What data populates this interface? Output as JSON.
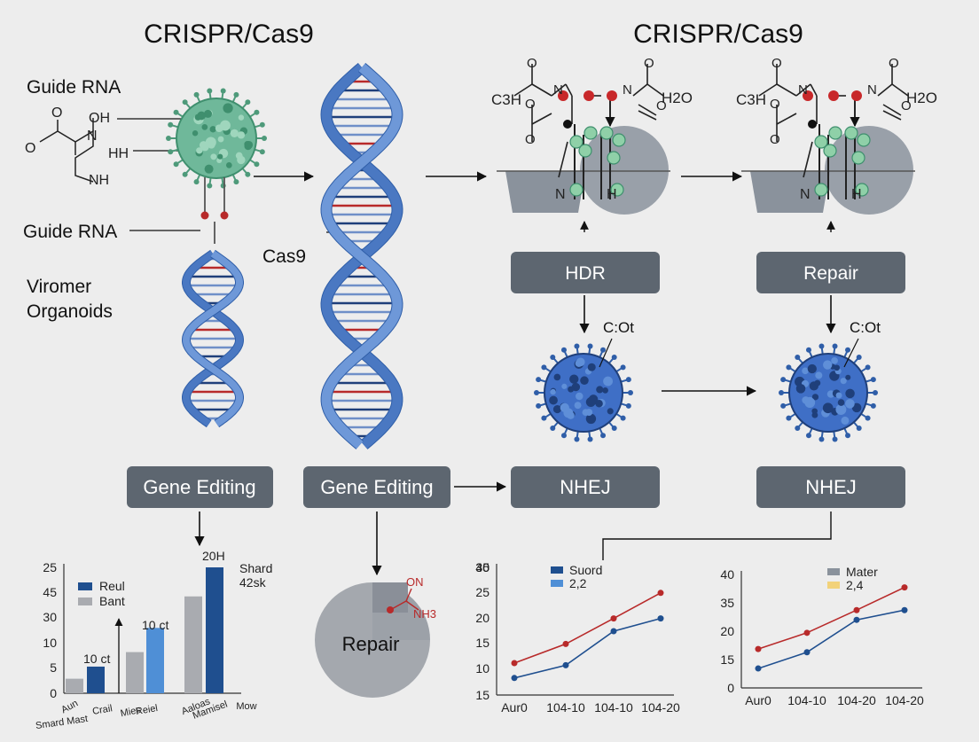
{
  "titles": {
    "left": "CRISPR/Cas9",
    "right": "CRISPR/Cas9"
  },
  "left_labels": {
    "guide_rna_top": "Guide RNA",
    "guide_rna_bottom": "Guide RNA",
    "viromer_line1": "Viromer",
    "viromer_line2": "Organoids",
    "cas9": "Cas9"
  },
  "molecule_left": {
    "oh": "OH",
    "o1": "O",
    "o2": "O",
    "n": "N",
    "hh": "HH",
    "nh": "NH"
  },
  "structure_labels": {
    "c3h": "C3H",
    "h2o": "H2O",
    "o": "O",
    "n": "N",
    "n_low": "N",
    "h_low": "H"
  },
  "boxes": {
    "gene_editing_1": "Gene Editing",
    "gene_editing_2": "Gene Editing",
    "hdr": "HDR",
    "repair": "Repair",
    "nhej_1": "NHEJ",
    "nhej_2": "NHEJ"
  },
  "virus_labels": {
    "left": "C:Ot",
    "right": "C:Ot"
  },
  "repair_circle": {
    "label": "Repair",
    "on": "ON",
    "nh3": "NH3"
  },
  "colors": {
    "box": "#5d6670",
    "dna_blue": "#4a78c2",
    "virus_green": "#6fb89a",
    "virus_blue": "#3f6fc6",
    "accent_red": "#b82a2a",
    "navy": "#1f4f8f"
  },
  "chart_data": [
    {
      "type": "bar",
      "categories": [
        "Aun",
        "Smard Mast",
        "Crail",
        "Mies",
        "Reiel",
        "Aaloas",
        "Mamisel",
        "Mow"
      ],
      "category_labels": [
        "Aun",
        "Smard Mast",
        "Crail",
        "Mies",
        "Reiel",
        "Aaloas",
        "Mamisel",
        "Mow"
      ],
      "series": [
        {
          "name": "Reul",
          "color": "#1f4f8f"
        },
        {
          "name": "Bant",
          "color": "#a9abb0"
        }
      ],
      "bars": [
        {
          "value": 3,
          "color": "#a9abb0"
        },
        {
          "value": 5.5,
          "color": "#1f4f8f"
        },
        {
          "value": 8.5,
          "color": "#a9abb0"
        },
        {
          "value": 13.5,
          "color": "#4f8fd6"
        },
        {
          "value": 20,
          "color": "#a9abb0"
        },
        {
          "value": 26,
          "color": "#1f4f8f"
        }
      ],
      "yticks": [
        "0",
        "5",
        "10",
        "30",
        "45",
        "25"
      ],
      "annotations": [
        "10 ct",
        "10 ct",
        "20H",
        "Shard",
        "42sk"
      ]
    },
    {
      "type": "line",
      "categories": [
        "Aur0",
        "104-10",
        "104-10",
        "104-20"
      ],
      "legend": [
        "Suord",
        "2,2"
      ],
      "series": [
        {
          "name": "Suord",
          "color": "#b82a2a",
          "values": [
            17.5,
            22,
            28,
            34
          ]
        },
        {
          "name": "2,2",
          "color": "#1f4f8f",
          "values": [
            14,
            17,
            25,
            28
          ]
        }
      ],
      "yticks": [
        "15",
        "10",
        "15",
        "20",
        "25",
        "30",
        "35",
        "40"
      ],
      "ylim": [
        10,
        40
      ]
    },
    {
      "type": "line",
      "categories": [
        "Aur0",
        "104-10",
        "104-20",
        "104-20"
      ],
      "legend": [
        "Mater",
        "2,4"
      ],
      "series": [
        {
          "name": "Mater",
          "color": "#b82a2a",
          "values": [
            17,
            22,
            29,
            36
          ]
        },
        {
          "name": "2,4",
          "color": "#1f4f8f",
          "values": [
            11,
            16,
            26,
            29
          ]
        }
      ],
      "yticks": [
        "0",
        "15",
        "20",
        "35",
        "40"
      ],
      "ylim": [
        5,
        40
      ]
    }
  ]
}
